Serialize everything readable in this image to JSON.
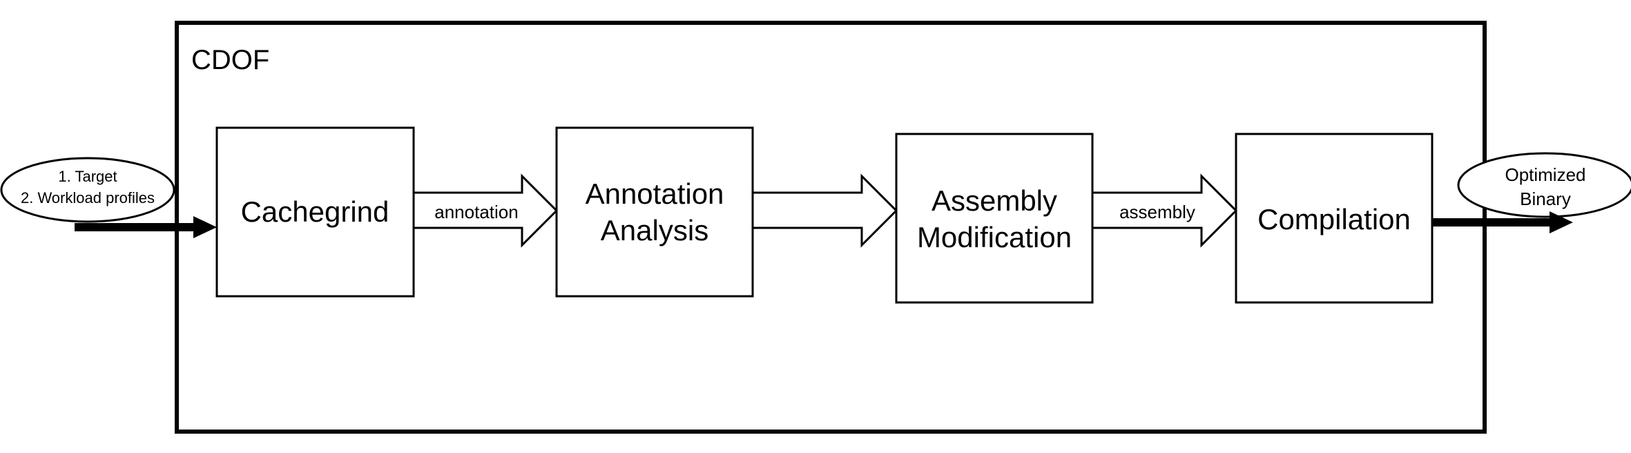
{
  "frame": {
    "title": "CDOF"
  },
  "input": {
    "lines": [
      "1. Target",
      "2. Workload profiles"
    ]
  },
  "output": {
    "lines": [
      "Optimized",
      "Binary"
    ]
  },
  "stages": {
    "cachegrind": {
      "lines": [
        "Cachegrind"
      ]
    },
    "annotation_analysis": {
      "lines": [
        "Annotation",
        "Analysis"
      ]
    },
    "assembly_modification": {
      "lines": [
        "Assembly",
        "Modification"
      ]
    },
    "compilation": {
      "lines": [
        "Compilation"
      ]
    }
  },
  "connectors": {
    "annotation": "annotation",
    "assembly": "assembly"
  },
  "colors": {
    "stroke": "#000000",
    "fill": "#ffffff"
  }
}
